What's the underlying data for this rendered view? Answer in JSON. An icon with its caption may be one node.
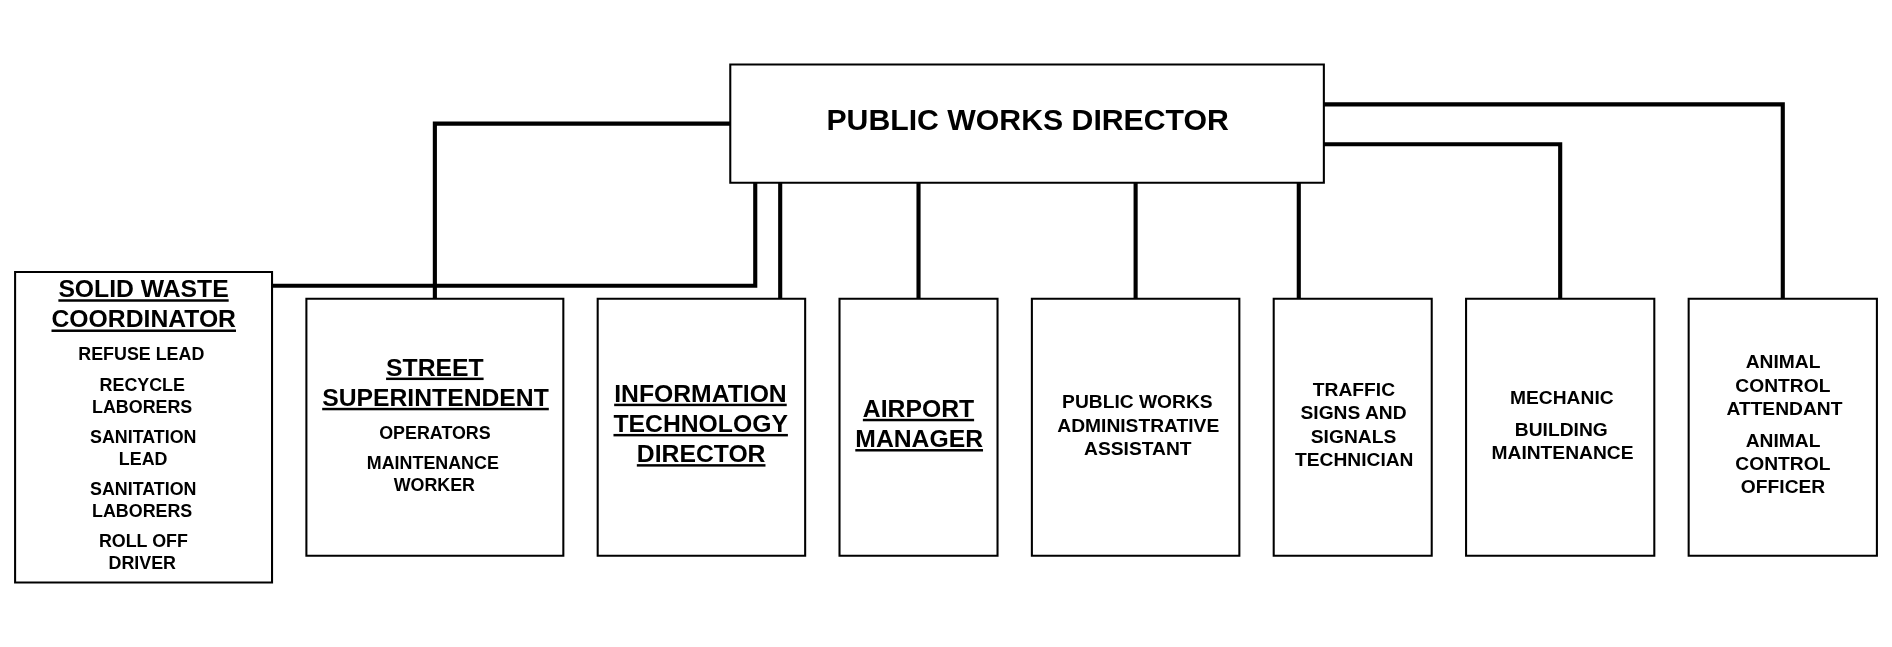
{
  "diagram": {
    "nodes": [
      {
        "text": [
          "PUBLIC WORKS DIRECTOR"
        ]
      },
      {
        "text": [
          "SOLID WASTE COORDINATOR",
          "REFUSE LEAD",
          "RECYCLE LABORERS",
          "SANITATION LEAD",
          "SANITATION LABORERS",
          "ROLL OFF DRIVER"
        ]
      },
      {
        "text": [
          "STREET SUPERINTENDENT",
          "OPERATORS",
          "MAINTENANCE WORKER"
        ]
      },
      {
        "text": [
          "INFORMATION TECHNOLOGY DIRECTOR"
        ]
      },
      {
        "text": [
          "AIRPORT MANAGER"
        ]
      },
      {
        "text": [
          "PUBLIC WORKS ADMINISTRATIVE ASSISTANT"
        ]
      },
      {
        "text": [
          "TRAFFIC SIGNS AND SIGNALS TECHNICIAN"
        ]
      },
      {
        "text": [
          "MECHANIC",
          "BUILDING MAINTENANCE"
        ]
      },
      {
        "text": [
          "ANIMAL CONTROL ATTENDANT",
          "ANIMAL CONTROL OFFICER"
        ]
      }
    ],
    "edges": [
      {
        "from": 0,
        "to": 1,
        "arrow": "none"
      },
      {
        "from": 0,
        "to": 2,
        "arrow": "none"
      },
      {
        "from": 0,
        "to": 3,
        "arrow": "none"
      },
      {
        "from": 0,
        "to": 4,
        "arrow": "none"
      },
      {
        "from": 0,
        "to": 5,
        "arrow": "none"
      },
      {
        "from": 0,
        "to": 6,
        "arrow": "none"
      },
      {
        "from": 0,
        "to": 7,
        "arrow": "none"
      },
      {
        "from": 0,
        "to": 8,
        "arrow": "none"
      }
    ]
  }
}
